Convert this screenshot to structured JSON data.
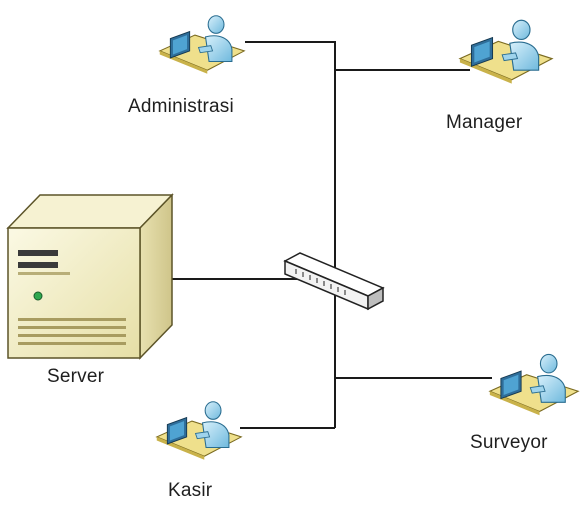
{
  "nodes": {
    "administrasi": {
      "label": "Administrasi",
      "icon": "workstation-user-icon"
    },
    "manager": {
      "label": "Manager",
      "icon": "workstation-user-icon"
    },
    "server": {
      "label": "Server",
      "icon": "server-tower-icon"
    },
    "switch": {
      "label": "",
      "icon": "network-switch-icon"
    },
    "kasir": {
      "label": "Kasir",
      "icon": "workstation-user-icon"
    },
    "surveyor": {
      "label": "Surveyor",
      "icon": "workstation-user-icon"
    }
  },
  "colors": {
    "line": "#1a1a1a",
    "server_body": "#f3efc8",
    "desk": "#e8d66a",
    "person": "#8ecbe6"
  }
}
